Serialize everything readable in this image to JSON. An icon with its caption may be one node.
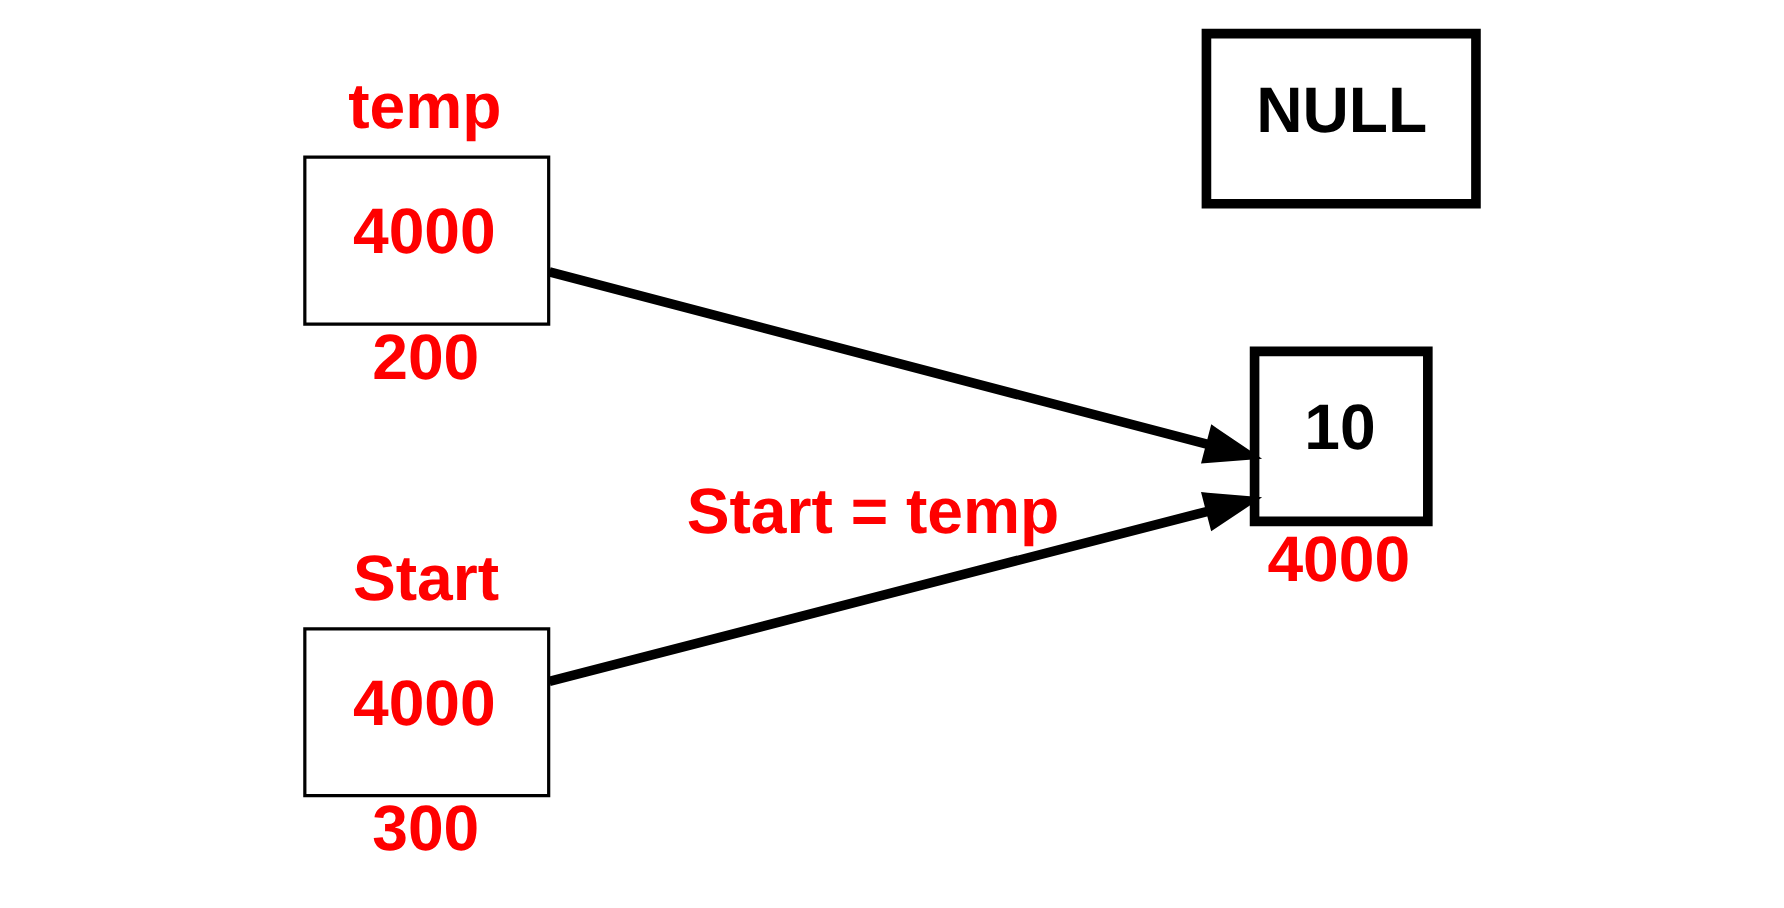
{
  "diagram": {
    "nodes": [
      {
        "text": [
          "temp",
          "4000"
        ],
        "beside": [
          "200"
        ]
      },
      {
        "text": [
          "10"
        ],
        "beside": [
          "4000"
        ]
      },
      {
        "text": [
          "NULL"
        ]
      },
      {
        "text": [
          "Start",
          "4000"
        ],
        "beside": [
          "300"
        ]
      }
    ],
    "edges": [
      {
        "from": 0,
        "to": 1,
        "arrow": "to"
      },
      {
        "from": 3,
        "to": 1,
        "arrow": "to",
        "label": "Start = temp"
      }
    ]
  }
}
